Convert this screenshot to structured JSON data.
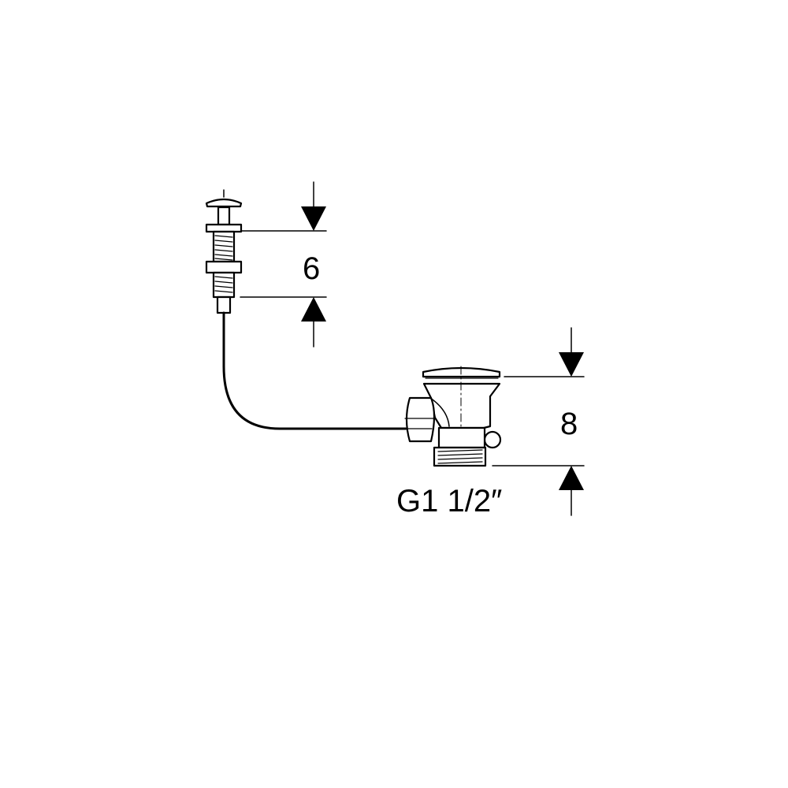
{
  "labels": {
    "dimension_top": "6",
    "dimension_bottom": "8",
    "thread_size": "G1 1/2″"
  },
  "colors": {
    "line": "#000000",
    "fill": "#ffffff"
  }
}
